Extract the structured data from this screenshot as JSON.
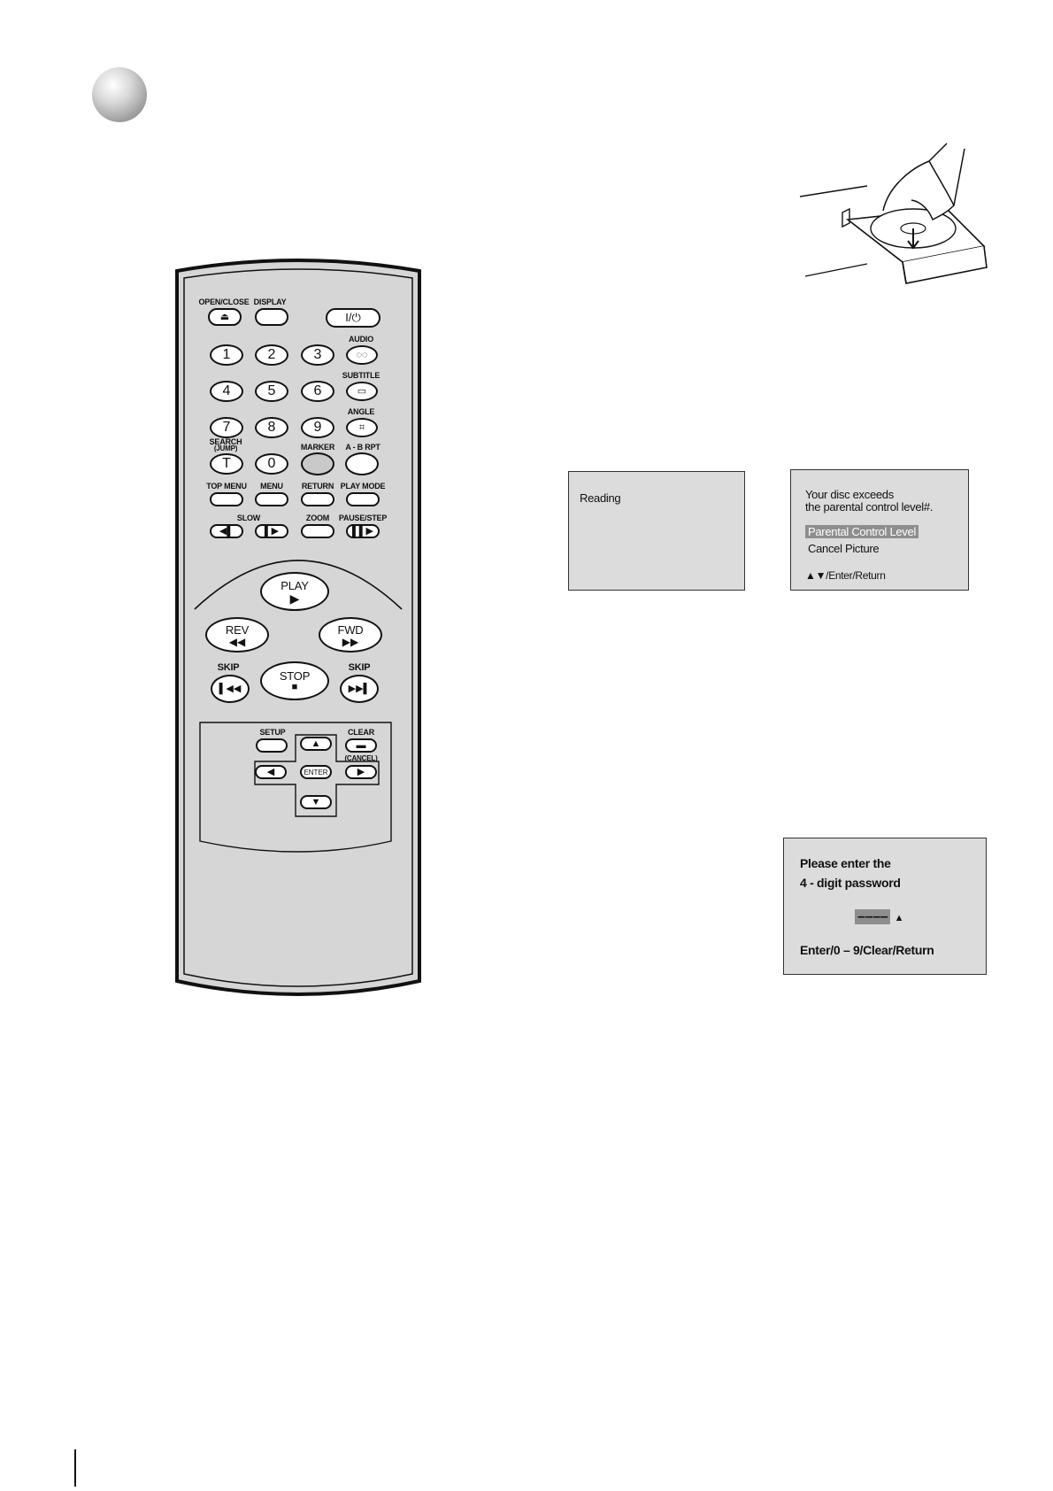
{
  "remote": {
    "open_close": "OPEN/CLOSE",
    "display": "DISPLAY",
    "power": "I/⏻",
    "audio": "AUDIO",
    "subtitle": "SUBTITLE",
    "angle": "ANGLE",
    "search": "SEARCH",
    "jump": "(JUMP)",
    "marker": "MARKER",
    "ab_rpt": "A - B RPT",
    "top_menu": "TOP MENU",
    "menu": "MENU",
    "return": "RETURN",
    "play_mode": "PLAY MODE",
    "slow": "SLOW",
    "zoom": "ZOOM",
    "pause_step": "PAUSE/STEP",
    "play": "PLAY",
    "rev": "REV",
    "fwd": "FWD",
    "skip_left": "SKIP",
    "skip_right": "SKIP",
    "stop": "STOP",
    "setup": "SETUP",
    "clear": "CLEAR",
    "cancel": "(CANCEL)",
    "enter": "ENTER",
    "digits": [
      "1",
      "2",
      "3",
      "4",
      "5",
      "6",
      "7",
      "8",
      "9",
      "0"
    ],
    "search_key": "T"
  },
  "osd_reading": {
    "text": "Reading"
  },
  "osd_parental": {
    "line1": "Your disc exceeds",
    "line2": "the parental control level#.",
    "option_selected": "Parental Control Level",
    "option2": "Cancel Picture",
    "hint": "▲▼/Enter/Return"
  },
  "osd_password": {
    "line1": "Please enter the",
    "line2": "4 - digit password",
    "mask": "––––",
    "hint": "Enter/0 – 9/Clear/Return"
  }
}
